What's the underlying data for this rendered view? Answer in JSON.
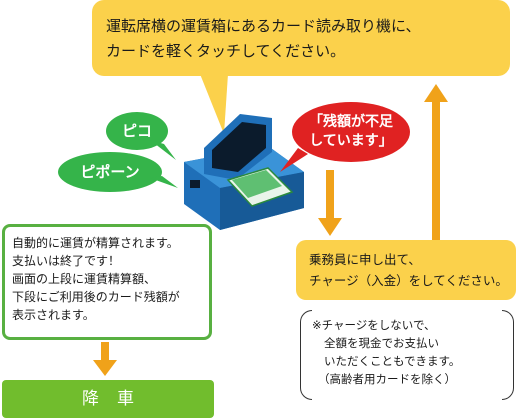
{
  "callout_top": {
    "lines": [
      "運転席横の運賃箱にあるカード読み取り機に、",
      "カードを軽くタッチしてください。"
    ]
  },
  "bubbles": {
    "pico": "ピコ",
    "piporn": "ピポーン",
    "shortage": [
      "「残額が不足",
      "しています」"
    ]
  },
  "success_box": {
    "lines": [
      "自動的に運賃が精算されます。",
      "支払いは終了です！",
      "画面の上段に運賃精算額、",
      "下段にご利用後のカード残額が",
      "表示されます。"
    ]
  },
  "charge_box": {
    "lines": [
      "乗務員に申し出て、",
      "チャージ（入金）をしてください。"
    ]
  },
  "note": {
    "lines": [
      "※チャージをしないで、",
      "全額を現金でお支払い",
      "いただくこともできます。",
      "（高齢者用カードを除く）"
    ]
  },
  "exit_bar": {
    "label": "降車"
  },
  "colors": {
    "yellow": "#fbd14b",
    "green": "#35b44a",
    "red": "#e02222",
    "orange_arrow": "#f0a21a",
    "exit_green": "#71bd2d"
  }
}
